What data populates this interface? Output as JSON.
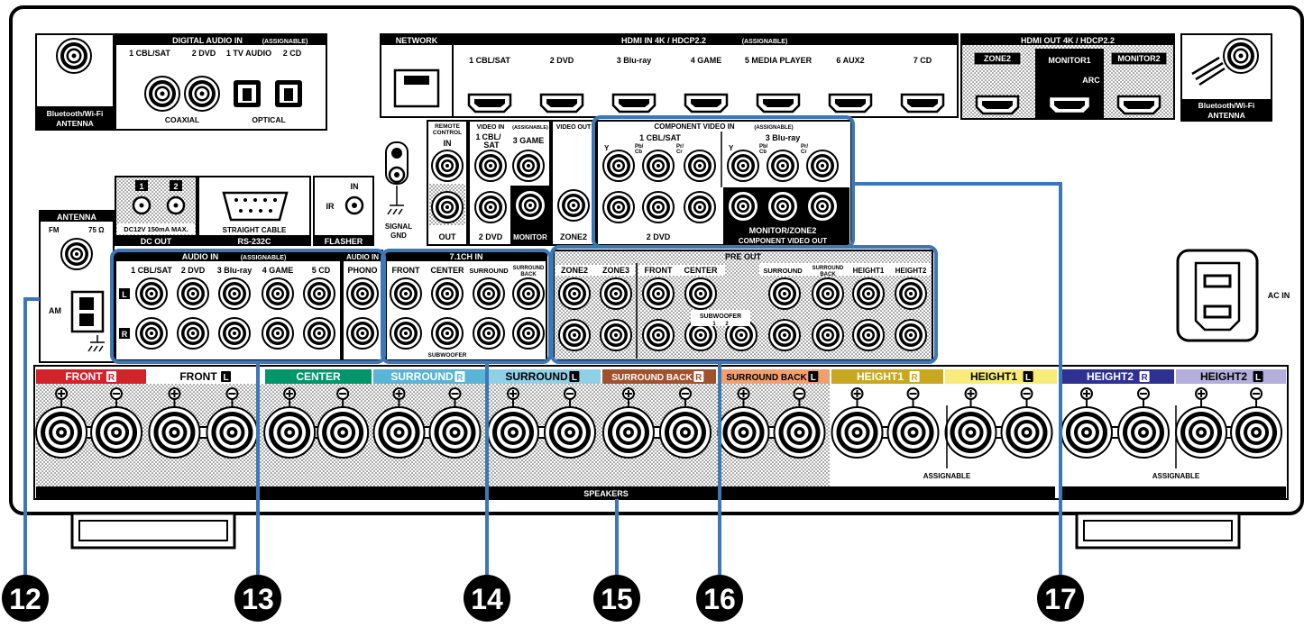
{
  "top": {
    "bt_ant_left": [
      "Bluetooth/Wi-Fi",
      "ANTENNA"
    ],
    "bt_ant_right": [
      "Bluetooth/Wi-Fi",
      "ANTENNA"
    ],
    "digital_audio": {
      "title": "DIGITAL AUDIO IN",
      "assignable": "(ASSIGNABLE)",
      "inputs": [
        "1 CBL/SAT",
        "2 DVD",
        "1 TV AUDIO",
        "2 CD"
      ],
      "coaxial": "COAXIAL",
      "optical": "OPTICAL"
    },
    "network": "NETWORK",
    "hdmi_in": {
      "title": "HDMI IN   4K / HDCP2.2",
      "assignable": "(ASSIGNABLE)",
      "inputs": [
        "1 CBL/SAT",
        "2 DVD",
        "3 Blu-ray",
        "4 GAME",
        "5 MEDIA PLAYER",
        "6 AUX2",
        "7 CD"
      ]
    },
    "hdmi_out": {
      "title": "HDMI OUT   4K / HDCP2.2",
      "outputs": [
        "ZONE2",
        "MONITOR1",
        "MONITOR2"
      ],
      "arc": "ARC"
    }
  },
  "middle": {
    "remote": {
      "title": [
        "REMOTE",
        "CONTROL"
      ],
      "in": "IN",
      "out": "OUT"
    },
    "video_in": {
      "title": "VIDEO IN",
      "assignable": "(ASSIGNABLE)",
      "i1": [
        "1",
        "CBL/",
        "SAT"
      ],
      "i3": "3 GAME",
      "i2": "2 DVD",
      "monitor": "MONITOR"
    },
    "video_out": {
      "title": "VIDEO OUT",
      "zone2": "ZONE2"
    },
    "component": {
      "title": "COMPONENT VIDEO IN",
      "assignable": "(ASSIGNABLE)",
      "g1": "1 CBL/SAT",
      "g3": "3 Blu-ray",
      "g2": "2 DVD",
      "y": "Y",
      "pb": [
        "Pb/",
        "Cb"
      ],
      "pr": [
        "Pr/",
        "Cr"
      ],
      "monitor_zone2": "MONITOR/ZONE2",
      "out": "COMPONENT VIDEO OUT"
    },
    "dc_out": {
      "title": "DC OUT",
      "ch": [
        "1",
        "2"
      ],
      "spec": "DC12V 150mA MAX."
    },
    "rs232c": {
      "title": "RS-232C",
      "cable": "STRAIGHT CABLE"
    },
    "flasher": {
      "title": "FLASHER",
      "in": "IN",
      "ir": "IR"
    },
    "signal_gnd": [
      "SIGNAL",
      "GND"
    ],
    "antenna": {
      "title": "ANTENNA",
      "fm": "FM",
      "ohm": "75 Ω",
      "am": "AM"
    },
    "audio_in": {
      "title": "AUDIO IN",
      "assignable": "(ASSIGNABLE)",
      "inputs": [
        "1 CBL/SAT",
        "2 DVD",
        "3 Blu-ray",
        "4 GAME",
        "5 CD"
      ],
      "l": "L",
      "r": "R"
    },
    "audio_in2": {
      "title": "AUDIO IN",
      "phono": "PHONO"
    },
    "ch71": {
      "title": "7.1CH IN",
      "labels": [
        "FRONT",
        "CENTER",
        "SURROUND"
      ],
      "sb": [
        "SURROUND",
        "BACK"
      ],
      "subwoofer": "SUBWOOFER"
    },
    "preout": {
      "title": "PRE OUT",
      "labels": [
        "ZONE2",
        "ZONE3",
        "FRONT",
        "CENTER",
        "SURROUND",
        "HEIGHT1",
        "HEIGHT2"
      ],
      "sb": [
        "SURROUND",
        "BACK"
      ],
      "subwoofer": "SUBWOOFER",
      "sub_ch": [
        "1",
        "2"
      ]
    },
    "ac_in": "AC IN"
  },
  "speakers": {
    "labels": [
      "FRONT",
      "FRONT",
      "CENTER",
      "SURROUND",
      "SURROUND",
      "SURROUND BACK",
      "SURROUND BACK",
      "HEIGHT1",
      "HEIGHT1",
      "HEIGHT2",
      "HEIGHT2"
    ],
    "sides": [
      "R",
      "L",
      "",
      "R",
      "L",
      "R",
      "L",
      "R",
      "L",
      "R",
      "L"
    ],
    "colors": [
      "#d2232a",
      "#ffffff",
      "#00956a",
      "#5ab4d6",
      "#8fd0e6",
      "#a0522d",
      "#f0a070",
      "#c8a820",
      "#f7ec7a",
      "#2e3192",
      "#b3aedb"
    ],
    "assignable": "ASSIGNABLE",
    "title": "SPEAKERS"
  },
  "callouts": [
    "12",
    "13",
    "14",
    "15",
    "16",
    "17"
  ],
  "colors": {
    "callout_line": "#3a78b8"
  }
}
